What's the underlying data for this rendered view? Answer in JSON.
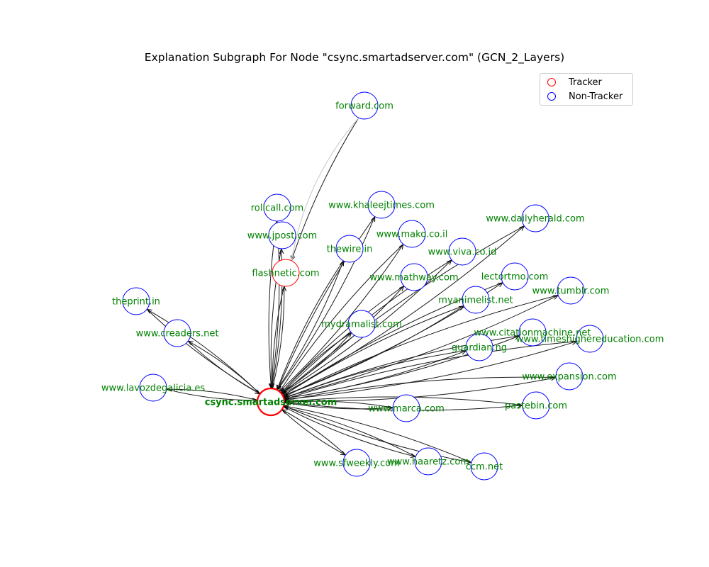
{
  "title": "Explanation Subgraph For Node \"csync.smartadserver.com\" (GCN_2_Layers)",
  "legend": [
    {
      "label": "Tracker",
      "color": "#ff0000"
    },
    {
      "label": "Non-Tracker",
      "color": "#0000ff"
    }
  ],
  "colors": {
    "tracker": "#ff0000",
    "non_tracker": "#0000ff",
    "label": "#008000",
    "edge": "#000000"
  },
  "center": "csync.smartadserver.com",
  "nodes": [
    {
      "id": "csync.smartadserver.com",
      "type": "tracker"
    },
    {
      "id": "flashnetic.com",
      "type": "tracker"
    },
    {
      "id": "forward.com",
      "type": "non-tracker"
    },
    {
      "id": "rollcall.com",
      "type": "non-tracker"
    },
    {
      "id": "www.jpost.com",
      "type": "non-tracker"
    },
    {
      "id": "www.khaleejtimes.com",
      "type": "non-tracker"
    },
    {
      "id": "thewire.in",
      "type": "non-tracker"
    },
    {
      "id": "www.mako.co.il",
      "type": "non-tracker"
    },
    {
      "id": "www.dailyherald.com",
      "type": "non-tracker"
    },
    {
      "id": "www.viva.co.id",
      "type": "non-tracker"
    },
    {
      "id": "www.mathway.com",
      "type": "non-tracker"
    },
    {
      "id": "lectortmo.com",
      "type": "non-tracker"
    },
    {
      "id": "myanimelist.net",
      "type": "non-tracker"
    },
    {
      "id": "www.tumblr.com",
      "type": "non-tracker"
    },
    {
      "id": "theprint.in",
      "type": "non-tracker"
    },
    {
      "id": "www.creaders.net",
      "type": "non-tracker"
    },
    {
      "id": "mydramalist.com",
      "type": "non-tracker"
    },
    {
      "id": "www.citationmachine.net",
      "type": "non-tracker"
    },
    {
      "id": "www.timeshighereducation.com",
      "type": "non-tracker"
    },
    {
      "id": "guardian.ng",
      "type": "non-tracker"
    },
    {
      "id": "www.lavozdegalicia.es",
      "type": "non-tracker"
    },
    {
      "id": "www.expansion.com",
      "type": "non-tracker"
    },
    {
      "id": "www.marca.com",
      "type": "non-tracker"
    },
    {
      "id": "pastebin.com",
      "type": "non-tracker"
    },
    {
      "id": "www.sfweekly.com",
      "type": "non-tracker"
    },
    {
      "id": "www.haaretz.com",
      "type": "non-tracker"
    },
    {
      "id": "ccm.net",
      "type": "non-tracker"
    }
  ],
  "edges": [
    {
      "from": "forward.com",
      "to": "flashnetic.com"
    },
    {
      "from": "forward.com",
      "to": "flashnetic.com",
      "faint": true
    },
    {
      "from": "csync.smartadserver.com",
      "to": "rollcall.com"
    },
    {
      "from": "rollcall.com",
      "to": "csync.smartadserver.com"
    },
    {
      "from": "csync.smartadserver.com",
      "to": "www.jpost.com"
    },
    {
      "from": "www.jpost.com",
      "to": "csync.smartadserver.com"
    },
    {
      "from": "csync.smartadserver.com",
      "to": "flashnetic.com"
    },
    {
      "from": "flashnetic.com",
      "to": "csync.smartadserver.com"
    },
    {
      "from": "csync.smartadserver.com",
      "to": "www.khaleejtimes.com"
    },
    {
      "from": "www.khaleejtimes.com",
      "to": "csync.smartadserver.com"
    },
    {
      "from": "csync.smartadserver.com",
      "to": "thewire.in"
    },
    {
      "from": "thewire.in",
      "to": "csync.smartadserver.com"
    },
    {
      "from": "csync.smartadserver.com",
      "to": "www.mako.co.il"
    },
    {
      "from": "www.mako.co.il",
      "to": "csync.smartadserver.com"
    },
    {
      "from": "csync.smartadserver.com",
      "to": "www.dailyherald.com"
    },
    {
      "from": "www.dailyherald.com",
      "to": "csync.smartadserver.com"
    },
    {
      "from": "csync.smartadserver.com",
      "to": "www.viva.co.id"
    },
    {
      "from": "www.viva.co.id",
      "to": "csync.smartadserver.com"
    },
    {
      "from": "csync.smartadserver.com",
      "to": "www.mathway.com"
    },
    {
      "from": "www.mathway.com",
      "to": "csync.smartadserver.com"
    },
    {
      "from": "csync.smartadserver.com",
      "to": "lectortmo.com"
    },
    {
      "from": "lectortmo.com",
      "to": "csync.smartadserver.com"
    },
    {
      "from": "csync.smartadserver.com",
      "to": "myanimelist.net"
    },
    {
      "from": "myanimelist.net",
      "to": "csync.smartadserver.com"
    },
    {
      "from": "csync.smartadserver.com",
      "to": "www.tumblr.com"
    },
    {
      "from": "www.tumblr.com",
      "to": "csync.smartadserver.com"
    },
    {
      "from": "csync.smartadserver.com",
      "to": "theprint.in"
    },
    {
      "from": "theprint.in",
      "to": "csync.smartadserver.com"
    },
    {
      "from": "csync.smartadserver.com",
      "to": "www.creaders.net"
    },
    {
      "from": "www.creaders.net",
      "to": "csync.smartadserver.com"
    },
    {
      "from": "csync.smartadserver.com",
      "to": "mydramalist.com"
    },
    {
      "from": "mydramalist.com",
      "to": "csync.smartadserver.com"
    },
    {
      "from": "csync.smartadserver.com",
      "to": "www.citationmachine.net"
    },
    {
      "from": "www.citationmachine.net",
      "to": "csync.smartadserver.com"
    },
    {
      "from": "csync.smartadserver.com",
      "to": "www.timeshighereducation.com"
    },
    {
      "from": "www.timeshighereducation.com",
      "to": "csync.smartadserver.com"
    },
    {
      "from": "csync.smartadserver.com",
      "to": "guardian.ng"
    },
    {
      "from": "guardian.ng",
      "to": "csync.smartadserver.com"
    },
    {
      "from": "csync.smartadserver.com",
      "to": "www.lavozdegalicia.es"
    },
    {
      "from": "www.lavozdegalicia.es",
      "to": "csync.smartadserver.com"
    },
    {
      "from": "csync.smartadserver.com",
      "to": "www.expansion.com"
    },
    {
      "from": "www.expansion.com",
      "to": "csync.smartadserver.com"
    },
    {
      "from": "csync.smartadserver.com",
      "to": "www.marca.com"
    },
    {
      "from": "www.marca.com",
      "to": "csync.smartadserver.com"
    },
    {
      "from": "csync.smartadserver.com",
      "to": "pastebin.com"
    },
    {
      "from": "pastebin.com",
      "to": "csync.smartadserver.com"
    },
    {
      "from": "csync.smartadserver.com",
      "to": "www.sfweekly.com"
    },
    {
      "from": "www.sfweekly.com",
      "to": "csync.smartadserver.com"
    },
    {
      "from": "csync.smartadserver.com",
      "to": "www.haaretz.com"
    },
    {
      "from": "www.haaretz.com",
      "to": "csync.smartadserver.com"
    },
    {
      "from": "csync.smartadserver.com",
      "to": "ccm.net"
    },
    {
      "from": "ccm.net",
      "to": "csync.smartadserver.com"
    }
  ]
}
